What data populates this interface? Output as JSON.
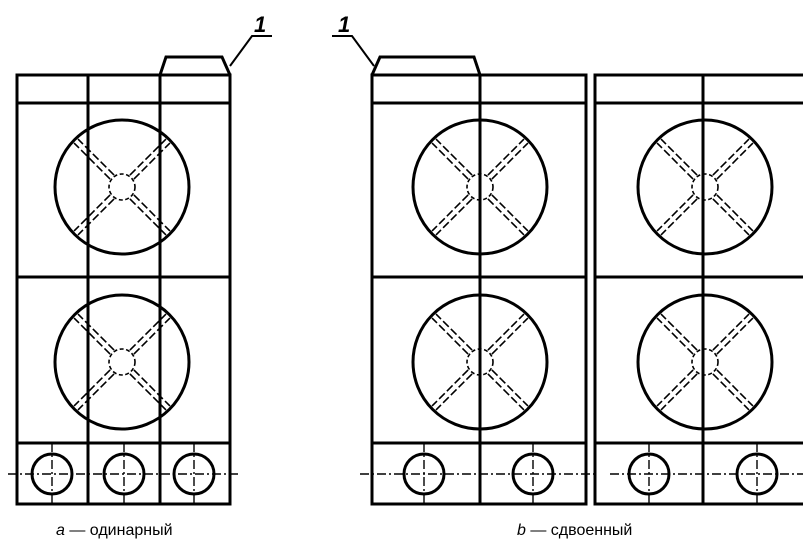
{
  "callouts": [
    {
      "label": "1"
    },
    {
      "label": "1"
    }
  ],
  "captions": {
    "a": {
      "letter": "a",
      "text": " — одинарный"
    },
    "b": {
      "letter": "b",
      "text": " — сдвоенный"
    }
  }
}
